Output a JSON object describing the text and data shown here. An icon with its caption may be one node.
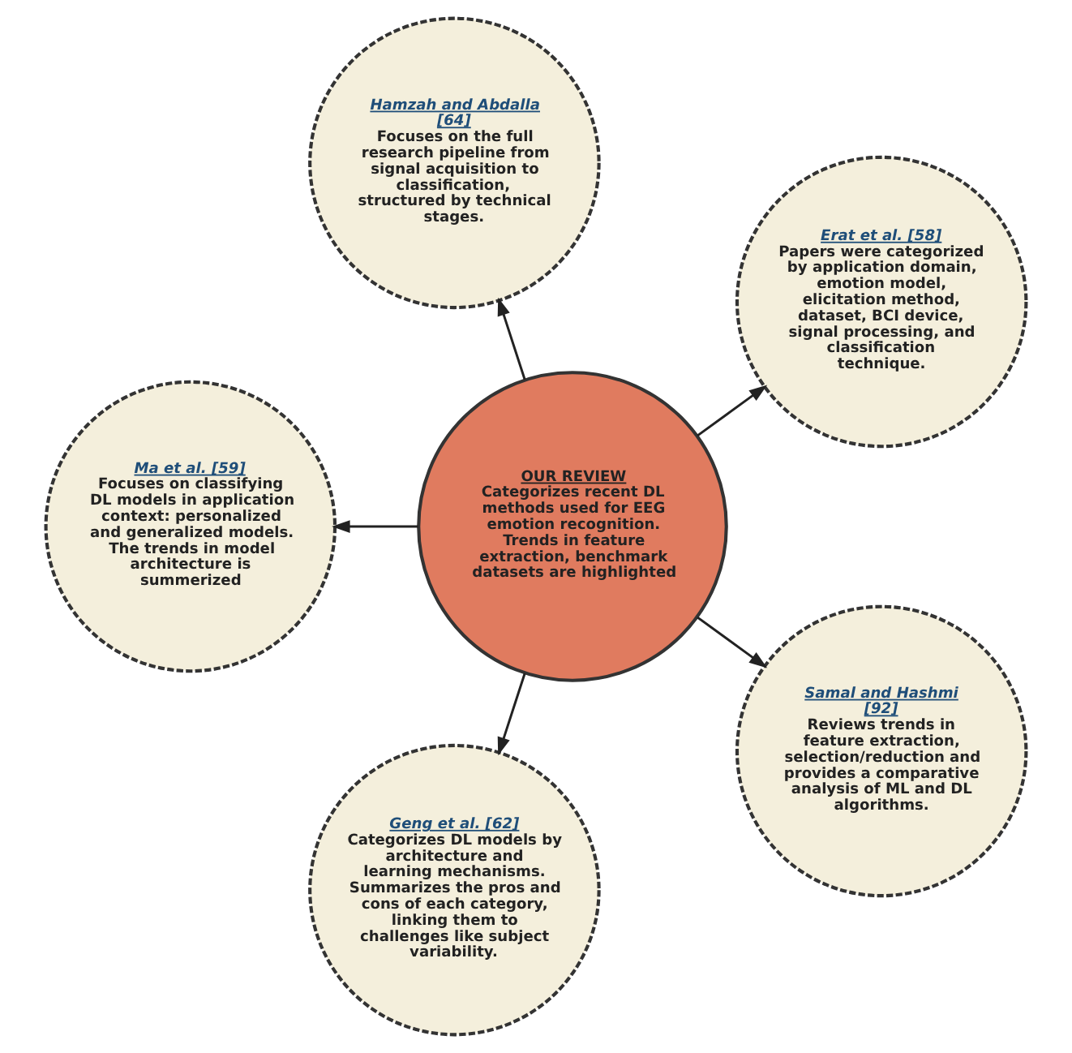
{
  "diagram": {
    "nodes": [
      {
        "text": [
          "OUR REVIEW",
          "Categorizes recent DL methods used for EEG emotion recognition. Trends in feature extraction, benchmark datasets are highlighted"
        ]
      },
      {
        "text": [
          "Erat et al. [58]",
          "Papers were categorized by application domain, emotion model, elicitation method, dataset, BCI device, signal processing, and classification technique."
        ]
      },
      {
        "text": [
          "Hamzah and Abdalla [64]",
          "Focuses on the full research pipeline from signal acquisition to classification, structured by technical stages."
        ]
      },
      {
        "text": [
          "Ma et al. [59]",
          "Focuses on classifying DL models in application context: personalized and generalized models. The trends in model architecture is summerized"
        ]
      },
      {
        "text": [
          "Geng et al. [62]",
          "Categorizes DL models by architecture and learning mechanisms. Summarizes the pros and cons of each category, linking them to challenges like subject variability."
        ]
      },
      {
        "text": [
          "Samal and Hashmi [92]",
          "Reviews trends in feature extraction, selection/reduction and provides a comparative analysis of ML and DL algorithms."
        ]
      }
    ],
    "edges": [
      {
        "from": 0,
        "to": 1,
        "arrow": "to"
      },
      {
        "from": 0,
        "to": 2,
        "arrow": "to"
      },
      {
        "from": 0,
        "to": 3,
        "arrow": "to"
      },
      {
        "from": 0,
        "to": 4,
        "arrow": "to"
      },
      {
        "from": 0,
        "to": 5,
        "arrow": "to"
      }
    ]
  }
}
